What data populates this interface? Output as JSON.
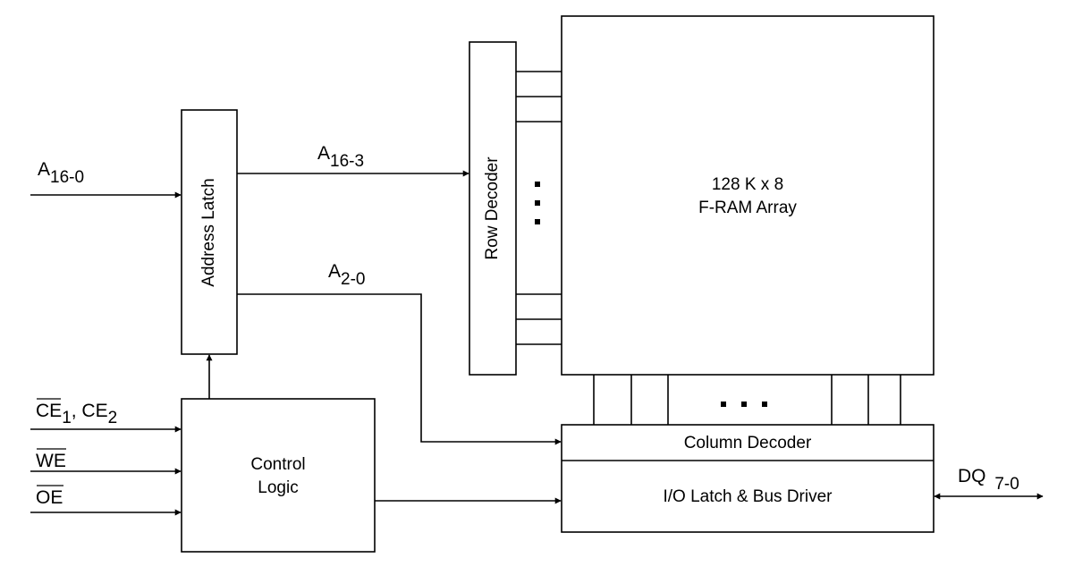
{
  "blocks": {
    "address_latch": "Address Latch",
    "row_decoder": "Row Decoder",
    "array_line1": "128 K x 8",
    "array_line2": "F-RAM Array",
    "control_line1": "Control",
    "control_line2": "Logic",
    "column_decoder": "Column Decoder",
    "io_latch": "I/O Latch & Bus Driver"
  },
  "signals": {
    "a16_0": {
      "base": "A",
      "sub": "16-0"
    },
    "a16_3": {
      "base": "A",
      "sub": "16-3"
    },
    "a2_0": {
      "base": "A",
      "sub": "2-0"
    },
    "ce": {
      "base1": "CE",
      "sub1": "1",
      "sep": ", CE",
      "sub2": "2"
    },
    "we": "WE",
    "oe": "OE",
    "dq": {
      "base": "DQ ",
      "sub": "7-0"
    }
  },
  "ellipsis": {
    "vertical": "⋮",
    "horizontal": ". . ."
  }
}
